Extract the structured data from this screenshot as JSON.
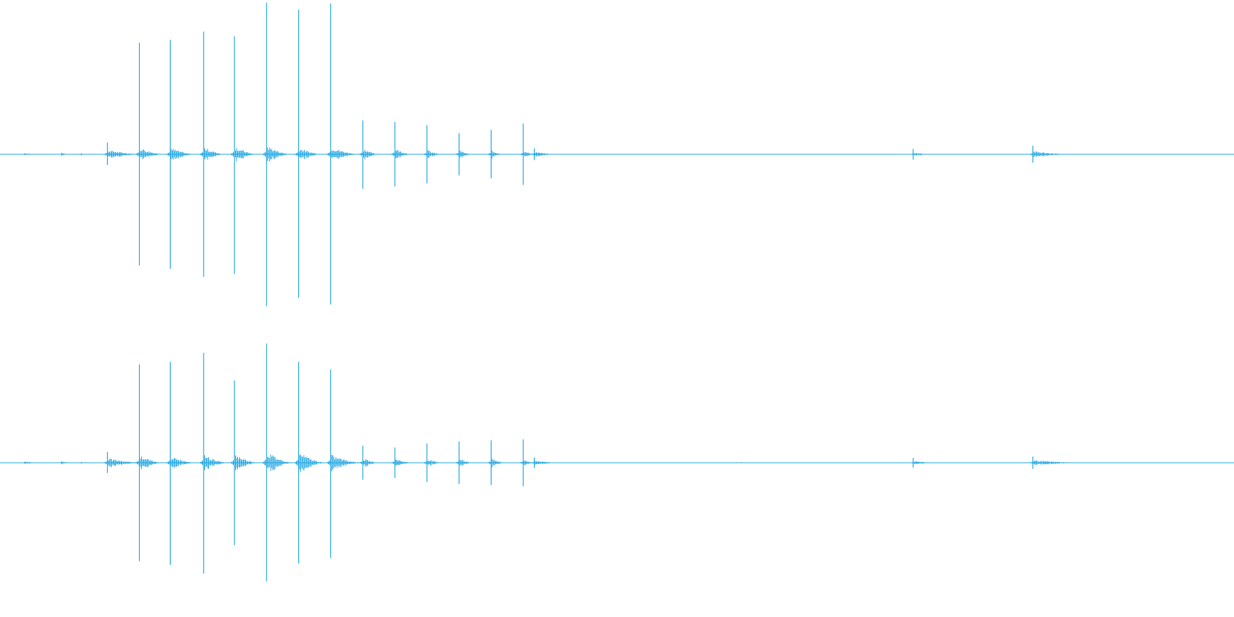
{
  "waveform": {
    "color": "#1aa3e0",
    "time_max": 1.0,
    "amp_max": 1.0,
    "channels": [
      {
        "name": "",
        "events": [
          {
            "t": 0.02,
            "up": 0.005,
            "down": 0.005,
            "tail": 0.018,
            "tail_amp": 0.006
          },
          {
            "t": 0.05,
            "up": 0.01,
            "down": 0.01,
            "tail": 0.008,
            "tail_amp": 0.008
          },
          {
            "t": 0.066,
            "up": 0.006,
            "down": 0.006,
            "tail": 0.004,
            "tail_amp": 0.004
          },
          {
            "t": 0.087,
            "up": 0.076,
            "down": 0.07,
            "tail": 0.028,
            "tail_amp": 0.03
          },
          {
            "t": 0.113,
            "up": 0.722,
            "down": 0.721,
            "tail": 0.02,
            "tail_amp": 0.045
          },
          {
            "t": 0.138,
            "up": 0.741,
            "down": 0.742,
            "tail": 0.02,
            "tail_amp": 0.045
          },
          {
            "t": 0.165,
            "up": 0.795,
            "down": 0.795,
            "tail": 0.018,
            "tail_amp": 0.05
          },
          {
            "t": 0.19,
            "up": 0.765,
            "down": 0.776,
            "tail": 0.018,
            "tail_amp": 0.055
          },
          {
            "t": 0.216,
            "up": 0.983,
            "down": 0.985,
            "tail": 0.02,
            "tail_amp": 0.06
          },
          {
            "t": 0.242,
            "up": 0.937,
            "down": 0.931,
            "tail": 0.02,
            "tail_amp": 0.045
          },
          {
            "t": 0.268,
            "up": 0.977,
            "down": 0.974,
            "tail": 0.024,
            "tail_amp": 0.05
          },
          {
            "t": 0.294,
            "up": 0.219,
            "down": 0.224,
            "tail": 0.014,
            "tail_amp": 0.04
          },
          {
            "t": 0.32,
            "up": 0.209,
            "down": 0.209,
            "tail": 0.014,
            "tail_amp": 0.04
          },
          {
            "t": 0.346,
            "up": 0.189,
            "down": 0.189,
            "tail": 0.012,
            "tail_amp": 0.03
          },
          {
            "t": 0.372,
            "up": 0.137,
            "down": 0.137,
            "tail": 0.01,
            "tail_amp": 0.03
          },
          {
            "t": 0.398,
            "up": 0.158,
            "down": 0.156,
            "tail": 0.01,
            "tail_amp": 0.03
          },
          {
            "t": 0.424,
            "up": 0.199,
            "down": 0.199,
            "tail": 0.01,
            "tail_amp": 0.025
          },
          {
            "t": 0.433,
            "up": 0.038,
            "down": 0.038,
            "tail": 0.018,
            "tail_amp": 0.018
          },
          {
            "t": 0.74,
            "up": 0.035,
            "down": 0.035,
            "tail": 0.016,
            "tail_amp": 0.012
          },
          {
            "t": 0.837,
            "up": 0.055,
            "down": 0.055,
            "tail": 0.03,
            "tail_amp": 0.022
          }
        ]
      },
      {
        "name": "",
        "events": [
          {
            "t": 0.02,
            "up": 0.006,
            "down": 0.006,
            "tail": 0.014,
            "tail_amp": 0.008
          },
          {
            "t": 0.05,
            "up": 0.01,
            "down": 0.01,
            "tail": 0.01,
            "tail_amp": 0.008
          },
          {
            "t": 0.066,
            "up": 0.005,
            "down": 0.005,
            "tail": 0.004,
            "tail_amp": 0.004
          },
          {
            "t": 0.087,
            "up": 0.07,
            "down": 0.066,
            "tail": 0.03,
            "tail_amp": 0.03
          },
          {
            "t": 0.113,
            "up": 0.637,
            "down": 0.638,
            "tail": 0.02,
            "tail_amp": 0.05
          },
          {
            "t": 0.138,
            "up": 0.654,
            "down": 0.662,
            "tail": 0.02,
            "tail_amp": 0.045
          },
          {
            "t": 0.165,
            "up": 0.713,
            "down": 0.719,
            "tail": 0.02,
            "tail_amp": 0.055
          },
          {
            "t": 0.19,
            "up": 0.534,
            "down": 0.534,
            "tail": 0.02,
            "tail_amp": 0.06
          },
          {
            "t": 0.216,
            "up": 0.773,
            "down": 0.769,
            "tail": 0.022,
            "tail_amp": 0.075
          },
          {
            "t": 0.242,
            "up": 0.654,
            "down": 0.654,
            "tail": 0.022,
            "tail_amp": 0.07
          },
          {
            "t": 0.268,
            "up": 0.604,
            "down": 0.617,
            "tail": 0.026,
            "tail_amp": 0.055
          },
          {
            "t": 0.294,
            "up": 0.11,
            "down": 0.11,
            "tail": 0.014,
            "tail_amp": 0.03
          },
          {
            "t": 0.32,
            "up": 0.099,
            "down": 0.099,
            "tail": 0.014,
            "tail_amp": 0.03
          },
          {
            "t": 0.346,
            "up": 0.125,
            "down": 0.125,
            "tail": 0.012,
            "tail_amp": 0.03
          },
          {
            "t": 0.372,
            "up": 0.138,
            "down": 0.138,
            "tail": 0.012,
            "tail_amp": 0.03
          },
          {
            "t": 0.398,
            "up": 0.145,
            "down": 0.145,
            "tail": 0.012,
            "tail_amp": 0.03
          },
          {
            "t": 0.424,
            "up": 0.152,
            "down": 0.152,
            "tail": 0.01,
            "tail_amp": 0.025
          },
          {
            "t": 0.433,
            "up": 0.034,
            "down": 0.034,
            "tail": 0.022,
            "tail_amp": 0.016
          },
          {
            "t": 0.601,
            "up": 0.003,
            "down": 0.003,
            "tail": 0.001,
            "tail_amp": 0.002
          },
          {
            "t": 0.74,
            "up": 0.032,
            "down": 0.032,
            "tail": 0.02,
            "tail_amp": 0.012
          },
          {
            "t": 0.837,
            "up": 0.04,
            "down": 0.04,
            "tail": 0.04,
            "tail_amp": 0.018
          }
        ]
      }
    ]
  }
}
